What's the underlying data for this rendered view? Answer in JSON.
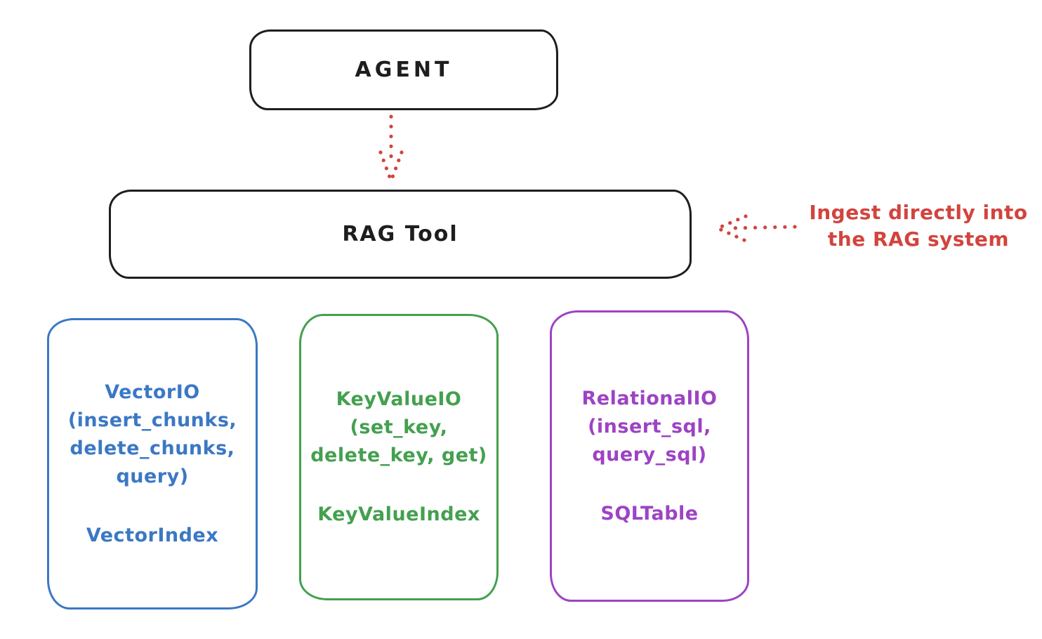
{
  "diagram": {
    "agent_box": {
      "label": "AGENT"
    },
    "rag_tool_box": {
      "label": "RAG Tool"
    },
    "annotation": {
      "text": "Ingest directly into\nthe RAG system",
      "color": "#d2443e"
    },
    "arrows": {
      "agent_to_rag": {
        "direction": "down",
        "style": "dotted",
        "color": "#d2443e"
      },
      "ingest_to_rag": {
        "direction": "left",
        "style": "dotted",
        "color": "#d2443e"
      }
    },
    "io_boxes": [
      {
        "io_label": "VectorIO\n(insert_chunks,\ndelete_chunks,\nquery)",
        "index_label": "VectorIndex",
        "color": "#3b78c4"
      },
      {
        "io_label": "KeyValueIO\n(set_key,\ndelete_key, get)",
        "index_label": "KeyValueIndex",
        "color": "#44a04f"
      },
      {
        "io_label": "RelationalIO\n(insert_sql,\nquery_sql)",
        "index_label": "SQLTable",
        "color": "#9d43c4"
      }
    ],
    "colors": {
      "box_stroke": "#1e1e1e",
      "background": "#ffffff",
      "accent_red": "#d2443e",
      "vector_blue": "#3b78c4",
      "keyvalue_green": "#44a04f",
      "relational_purple": "#9d43c4"
    }
  }
}
